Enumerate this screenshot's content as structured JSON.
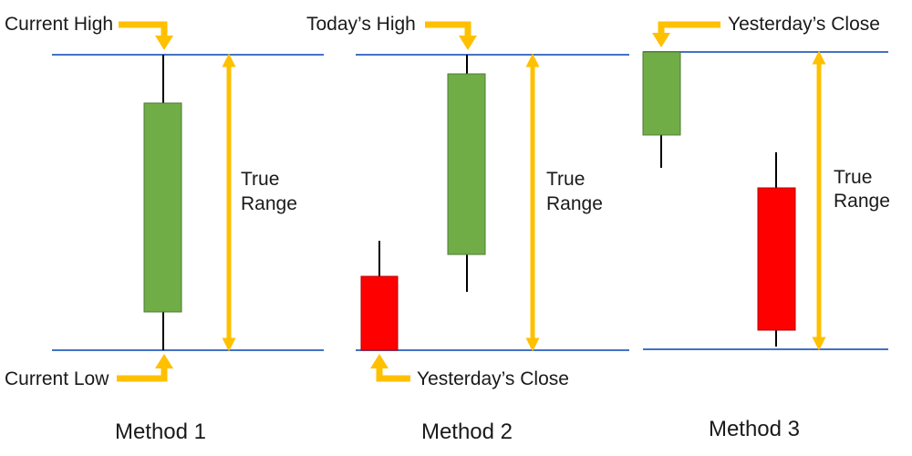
{
  "panels": [
    {
      "method_label": "Method 1",
      "true_range_label": [
        "True",
        "Range"
      ],
      "top_label": "Current High",
      "bottom_label": "Current Low"
    },
    {
      "method_label": "Method 2",
      "true_range_label": [
        "True",
        "Range"
      ],
      "top_label": "Today’s High",
      "bottom_label": "Yesterday’s Close"
    },
    {
      "method_label": "Method 3",
      "true_range_label": [
        "True",
        "Range"
      ],
      "top_label": "Yesterday’s Close"
    }
  ],
  "colors": {
    "bullish": "#70ad47",
    "bearish": "#ff0000",
    "arrow": "#ffc000",
    "level_line": "#4472c4",
    "wick": "#000000"
  }
}
